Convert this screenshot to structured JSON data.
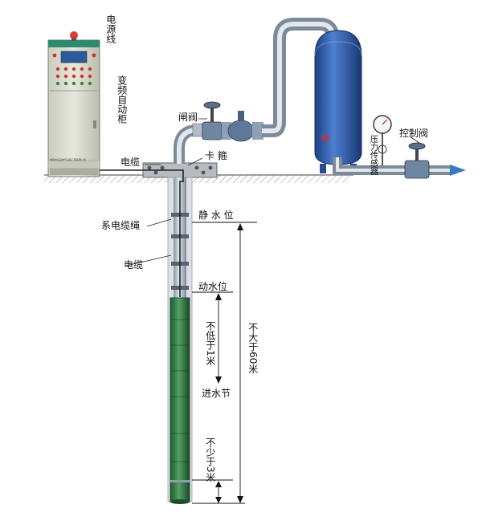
{
  "labels": {
    "power_line": "电源线",
    "vfd_cabinet": "变频自动柜",
    "gate_valve": "闸阀",
    "cable": "电缆",
    "clamp": "卡 箍",
    "control_valve": "控制阀",
    "pressure_sensor": "压力传感器",
    "static_water": "静 水 位",
    "cable_tie_rope": "系电缆绳",
    "cable_lower": "电缆",
    "dynamic_water": "动水位",
    "not_less_1m": "不低于1米",
    "water_inlet": "进水节",
    "not_over_60m": "不大于60米",
    "not_less_3m": "不少于3米",
    "cabinet_maker": "襄阳市某某电气设备工程有限公司"
  },
  "colors": {
    "cabinet_body": "#d9dccf",
    "cabinet_top": "#2e8a6e",
    "tank": "#2f5fb0",
    "pipe": "#aab7c6",
    "pump": "#2f7d46",
    "arrow": "#3a78c8",
    "ground": "#777777"
  },
  "icons": {
    "valve": "gate-valve-icon",
    "gauge": "pressure-gauge-icon",
    "flow": "flow-arrow-icon"
  }
}
